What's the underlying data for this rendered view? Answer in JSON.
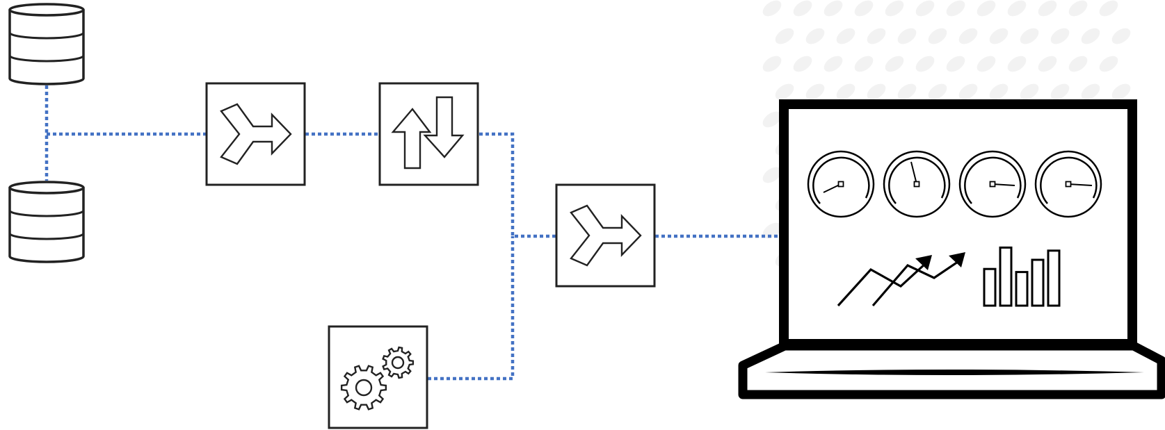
{
  "diagram": {
    "colors": {
      "connector": "#4472c4",
      "outline": "#222222",
      "laptop": "#000000",
      "background": "#ffffff",
      "decor": "#e8e8e8"
    },
    "nodes": [
      {
        "id": "db-top",
        "icon": "database-icon"
      },
      {
        "id": "db-bottom",
        "icon": "database-icon"
      },
      {
        "id": "merge-1",
        "icon": "merge-arrow-icon"
      },
      {
        "id": "exchange",
        "icon": "up-down-arrows-icon"
      },
      {
        "id": "merge-2",
        "icon": "merge-arrow-icon"
      },
      {
        "id": "process",
        "icon": "gears-icon"
      },
      {
        "id": "dashboard",
        "icon": "laptop-dashboard-icon"
      }
    ],
    "edges": [
      {
        "from": "db-top",
        "to": "db-bottom"
      },
      {
        "from": "db-top",
        "to": "merge-1"
      },
      {
        "from": "merge-1",
        "to": "exchange"
      },
      {
        "from": "exchange",
        "to": "merge-2"
      },
      {
        "from": "process",
        "to": "merge-2"
      },
      {
        "from": "merge-2",
        "to": "dashboard"
      }
    ],
    "dashboard": {
      "gauge_count": 4,
      "trend_line_count": 2,
      "bar_values": [
        0.6,
        0.95,
        0.55,
        0.75,
        0.9
      ]
    }
  }
}
